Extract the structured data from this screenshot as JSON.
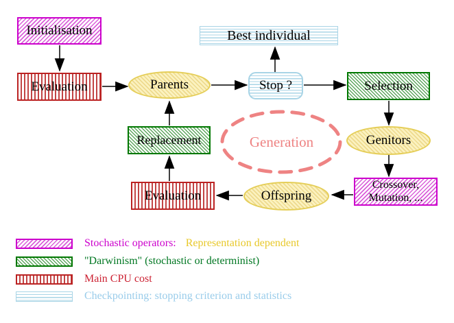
{
  "nodes": {
    "initialisation": {
      "label": "Initialisation"
    },
    "evaluation_top": {
      "label": "Evaluation"
    },
    "parents": {
      "label": "Parents"
    },
    "best_individual": {
      "label": "Best individual"
    },
    "stop": {
      "label": "Stop ?"
    },
    "selection": {
      "label": "Selection"
    },
    "replacement": {
      "label": "Replacement"
    },
    "generation": {
      "label": "Generation"
    },
    "genitors": {
      "label": "Genitors"
    },
    "evaluation_bottom": {
      "label": "Evaluation"
    },
    "offspring": {
      "label": "Offspring"
    },
    "crossover_mutation": {
      "line1": "Crossover,",
      "line2": "Mutation, ..."
    }
  },
  "legend": {
    "items": [
      {
        "name": "stochastic-operators",
        "label": "Stochastic operators:",
        "label2": "Representation dependent",
        "color": "#cc00cc",
        "color2": "#e8c82a",
        "pattern": "magenta-diagonal-hatch"
      },
      {
        "name": "darwinism",
        "label": "\"Darwinism\" (stochastic or determinist)",
        "color": "#007722",
        "pattern": "green-diagonal-hatch"
      },
      {
        "name": "main-cpu-cost",
        "label": "Main CPU cost",
        "color": "#cc2233",
        "pattern": "red-vertical-stripes"
      },
      {
        "name": "checkpointing",
        "label": "Checkpointing: stopping criterion and statistics",
        "color": "#99ccea",
        "pattern": "cyan-horizontal-stripes"
      }
    ]
  },
  "colors": {
    "magenta": "#cc00cc",
    "red": "#bb2222",
    "green": "#007700",
    "yellow_border": "#e5ce58",
    "gold_text": "#e8c82a",
    "light_blue": "#a8d4e6",
    "coral": "#ee8383",
    "crimson": "#cc2233",
    "arrow": "#000000"
  }
}
